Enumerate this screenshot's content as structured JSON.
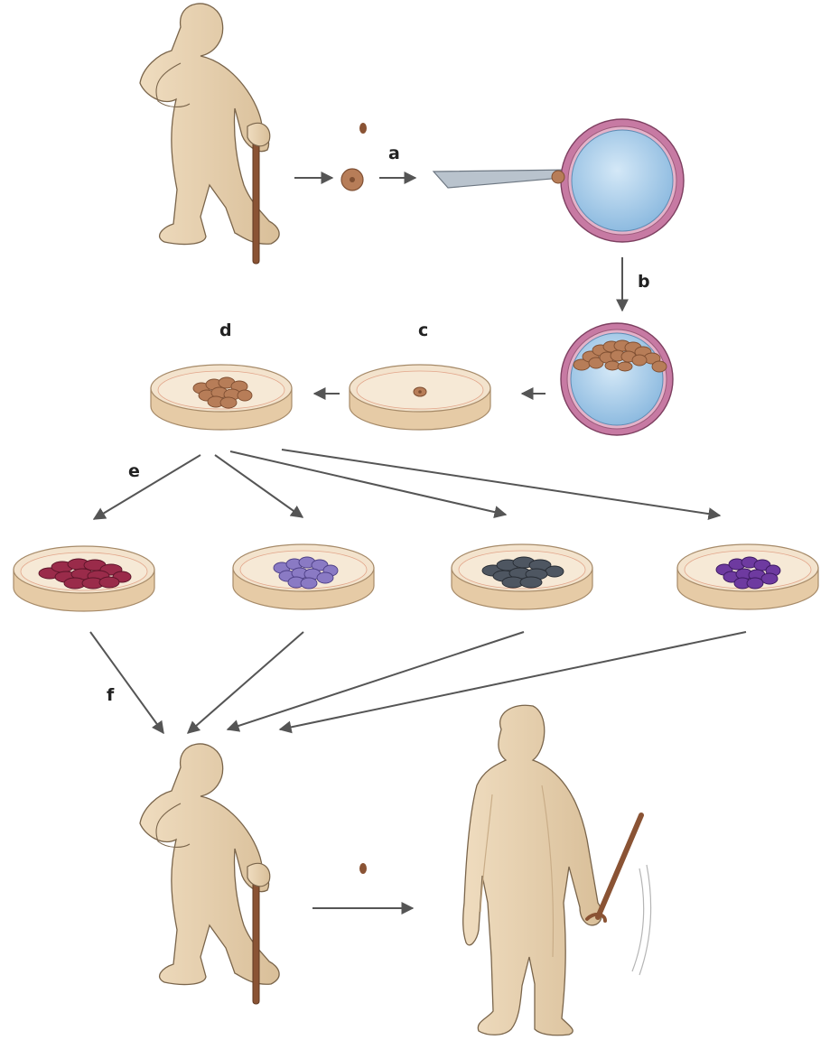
{
  "steps": {
    "a": "a",
    "b": "b",
    "c": "c",
    "d": "d",
    "e": "e",
    "f": "f"
  },
  "colors": {
    "skin": "#e7d0ae",
    "skin_shade": "#c9ad88",
    "skin_outline": "#7a654b",
    "cane": "#8a5334",
    "arrow": "#555555",
    "cell": "#b77d58",
    "cell_dark": "#7f4f32",
    "egg_inner": "#a9cdea",
    "egg_ring": "#c77aa3",
    "dish_fill": "#f1dfc7",
    "dish_edge": "#d8bf9e",
    "needle": "#b9c3cd",
    "line_red": "#9a2b4a",
    "line_lavender": "#8a7ac4",
    "line_slate": "#4e5661",
    "line_purple": "#6e3aa0"
  }
}
